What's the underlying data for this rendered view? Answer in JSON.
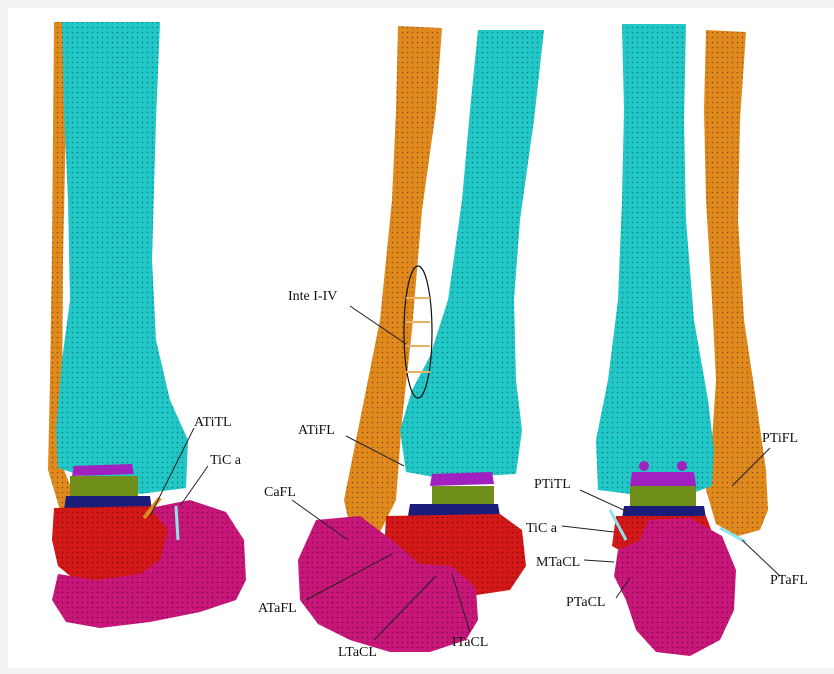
{
  "colors": {
    "tibia": "#22c7c7",
    "fibula": "#e08a1e",
    "talus": "#d41818",
    "calcaneus": "#c9167a",
    "cartilage_green": "#6f8f1a",
    "cartilage_purple": "#a020c0",
    "cartilage_navy": "#1b1d7a",
    "ligament": "#8fe3ef"
  },
  "labels": {
    "atitl": "ATiTL",
    "tica_left": "TiC a",
    "inte": "Inte I-IV",
    "atifl": "ATiFL",
    "cafl": "CaFL",
    "atafl": "ATaFL",
    "ltacl": "LTaCL",
    "itacl": "ITaCL",
    "ptitl": "PTiTL",
    "tica_right": "TiC a",
    "mtacl": "MTaCL",
    "ptacl": "PTaCL",
    "ptifl": "PTiFL",
    "ptafl": "PTaFL"
  }
}
